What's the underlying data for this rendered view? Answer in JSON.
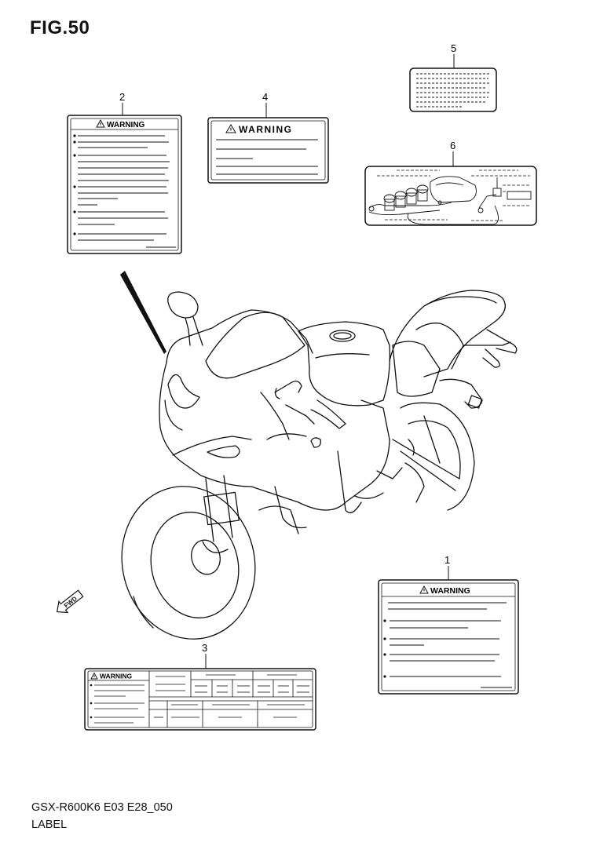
{
  "figure": {
    "title": "FIG.50",
    "model_code": "GSX-R600K6 E03 E28_050",
    "section": "LABEL"
  },
  "callouts": [
    {
      "number": "1",
      "warning_text": "WARNING"
    },
    {
      "number": "2",
      "warning_text": "WARNING"
    },
    {
      "number": "3",
      "warning_text": "WARNING"
    },
    {
      "number": "4",
      "warning_text": "WARNING"
    },
    {
      "number": "5"
    },
    {
      "number": "6"
    }
  ],
  "direction_marker": {
    "text": "FWD",
    "icon": "fwd-arrow-icon"
  }
}
